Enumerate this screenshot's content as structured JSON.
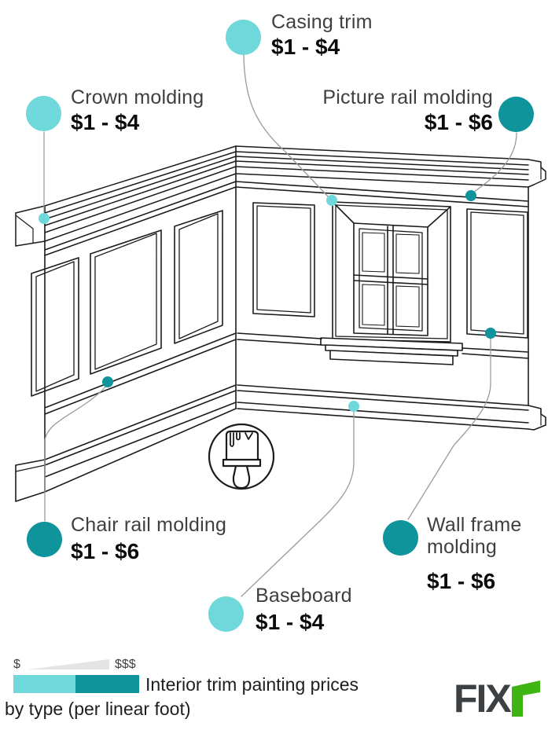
{
  "palette": {
    "light_teal": "#6fd8da",
    "dark_teal": "#0e949a",
    "line_black": "#1b1b1b",
    "leader_gray": "#9b9b9b",
    "label_text": "#3f3f3f",
    "price_text": "#0b0b0b",
    "wedge_gray": "#e4e4e4",
    "logo_dark": "#3c4043",
    "logo_green": "#3eb513"
  },
  "labels": [
    {
      "name": "Casing trim",
      "price": "$1 - $4",
      "tier": "light"
    },
    {
      "name": "Crown molding",
      "price": "$1 - $4",
      "tier": "light"
    },
    {
      "name": "Picture rail molding",
      "price": "$1 - $6",
      "tier": "dark"
    },
    {
      "name": "Chair rail molding",
      "price": "$1 - $6",
      "tier": "dark"
    },
    {
      "name": "Wall frame molding",
      "price": "$1 - $6",
      "tier": "dark"
    },
    {
      "name": "Baseboard",
      "price": "$1 - $4",
      "tier": "light"
    }
  ],
  "legend": {
    "low_symbol": "$",
    "high_symbol": "$$$",
    "caption_line1": "Interior trim painting prices",
    "caption_line2": "by type (per linear foot)"
  },
  "logo": {
    "text": "FIX",
    "mark_letter": "r"
  }
}
